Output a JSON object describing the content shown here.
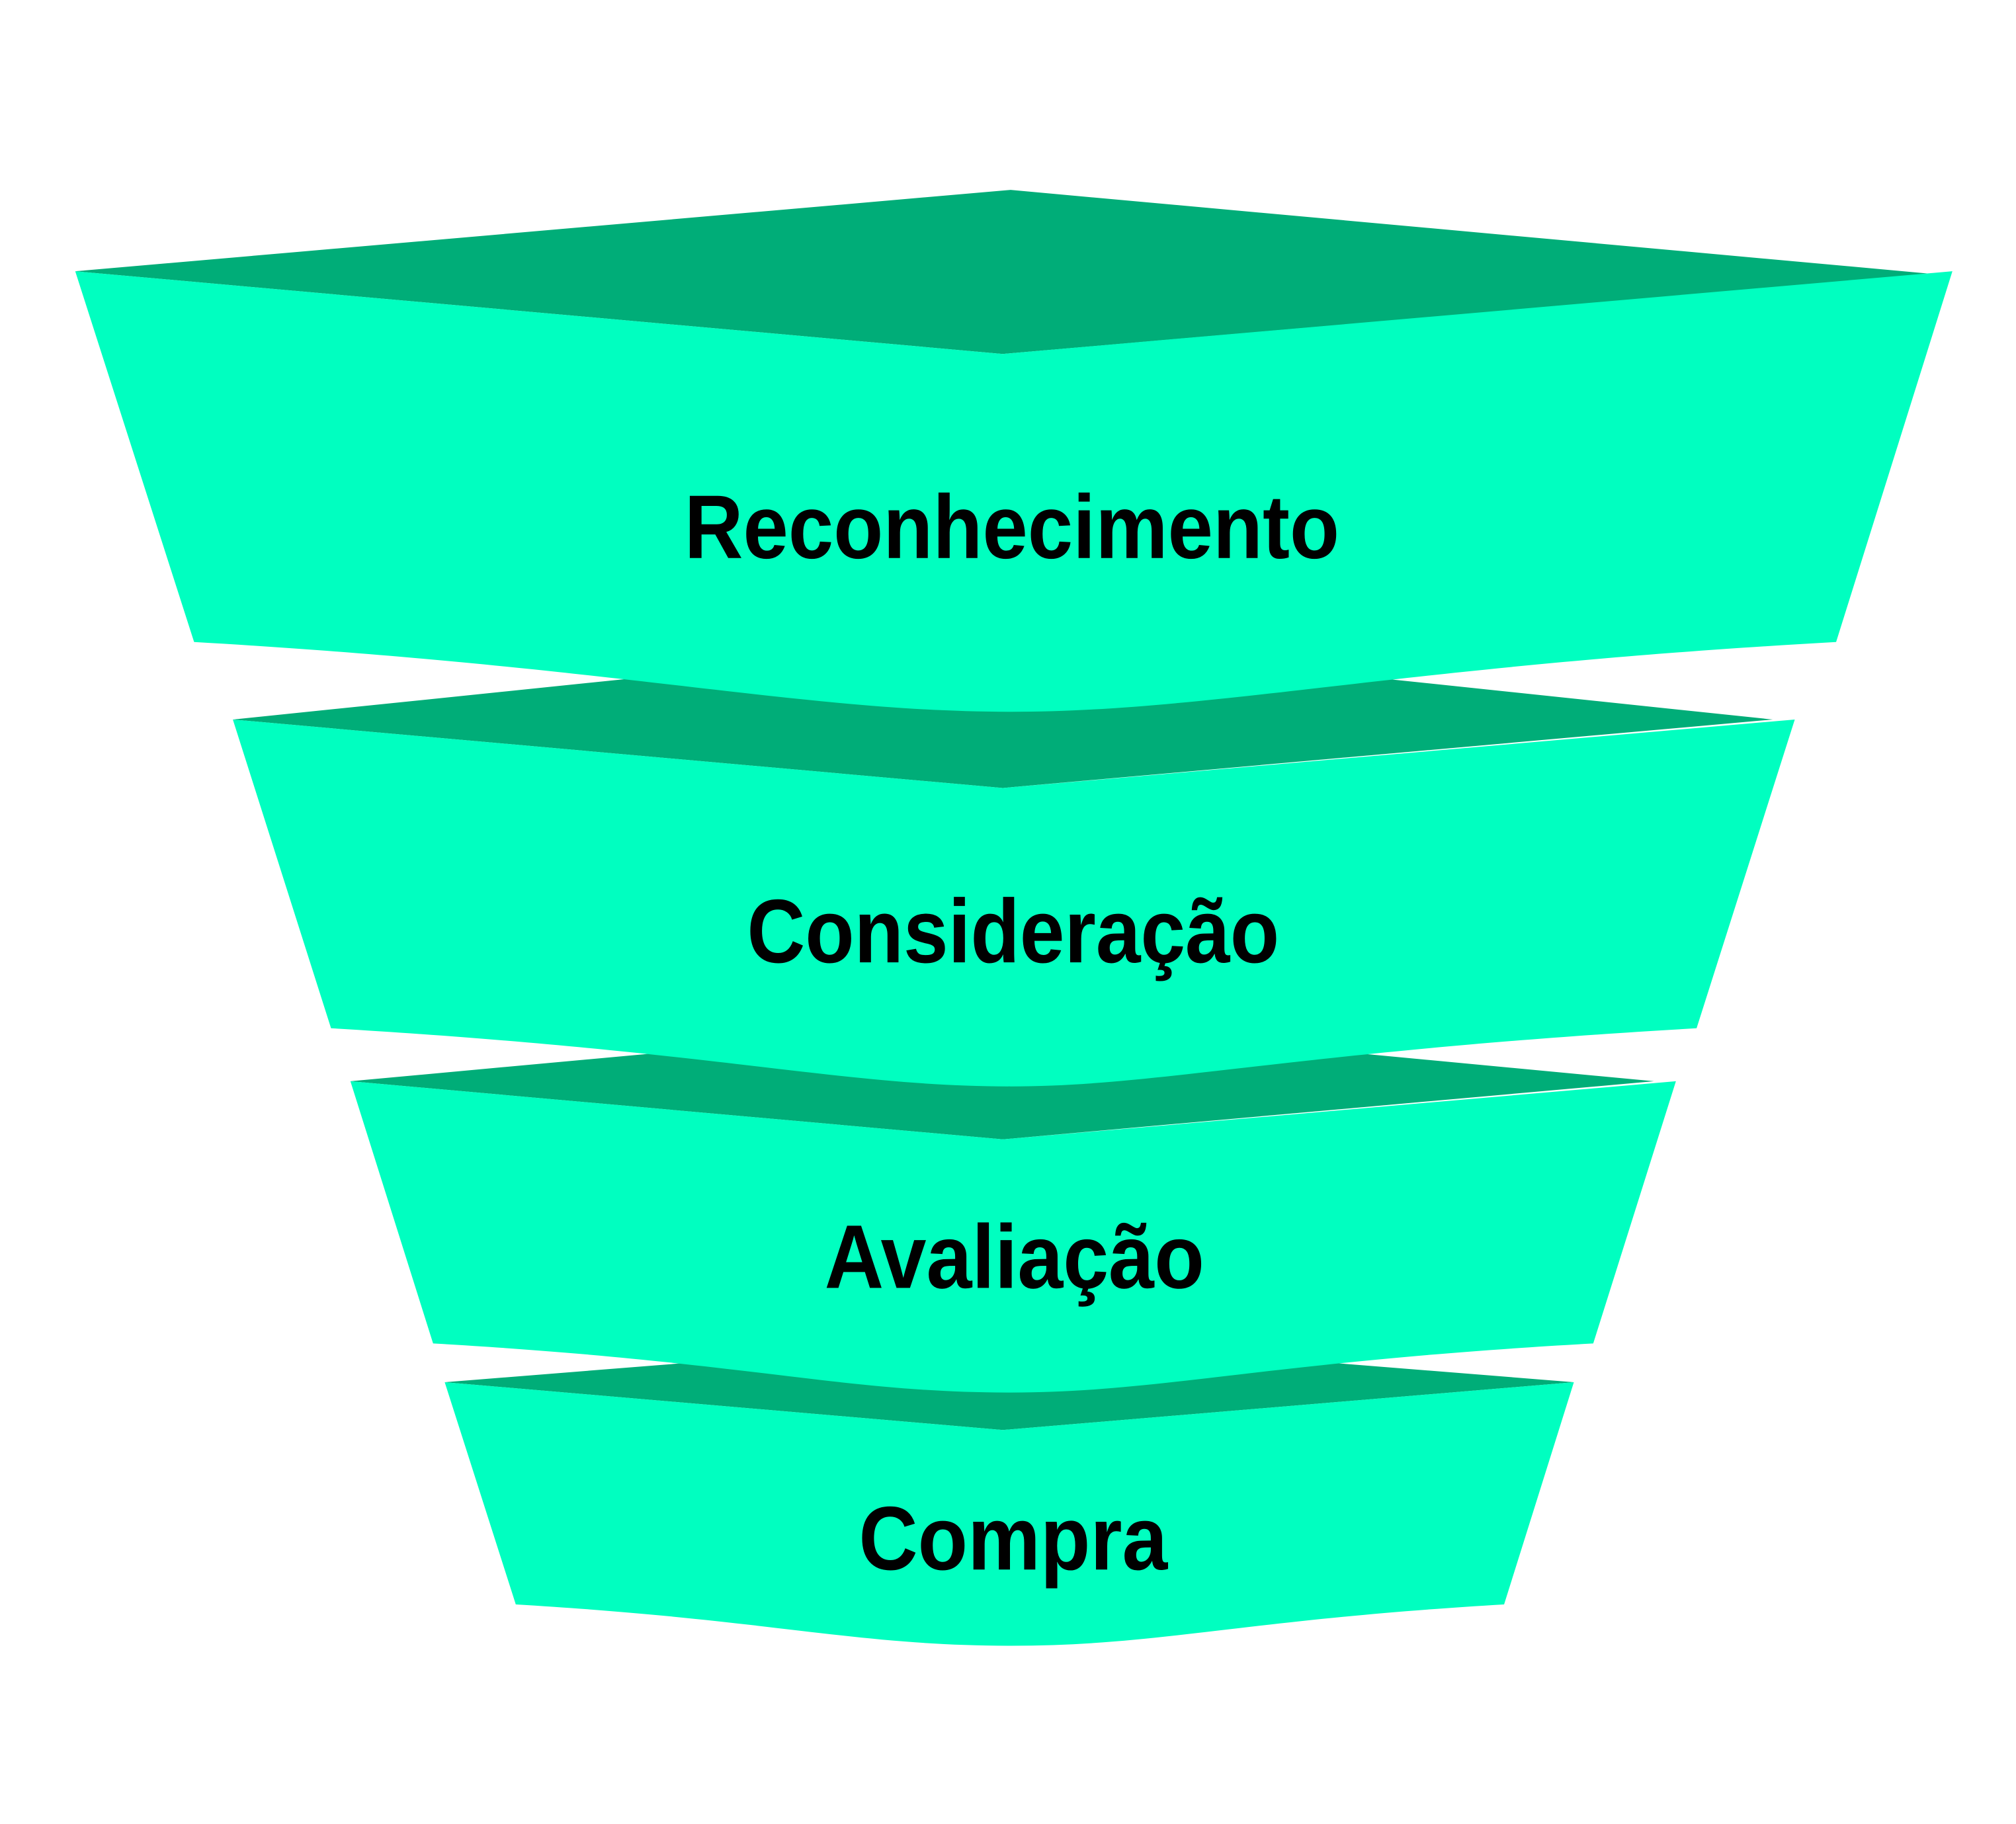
{
  "colors": {
    "face": "#00FFC0",
    "top": "#00AD78",
    "text": "#000000",
    "background": "#FFFFFF"
  },
  "funnel": {
    "stages": [
      {
        "label": "Reconhecimento"
      },
      {
        "label": "Consideração"
      },
      {
        "label": "Avaliação"
      },
      {
        "label": "Compra"
      }
    ]
  }
}
